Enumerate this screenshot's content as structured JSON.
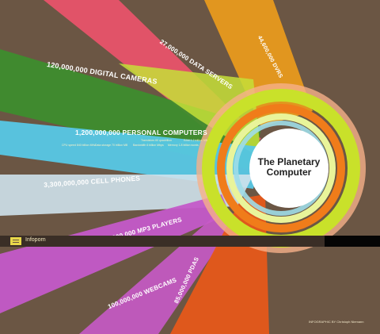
{
  "center": {
    "title_line1": "The Planetary",
    "title_line2": "Computer"
  },
  "beams": [
    {
      "label": "27,000,000 DATA SERVERS",
      "color": "#e8536a"
    },
    {
      "label": "44,600,000 DVRS",
      "color": "#e89a1e"
    },
    {
      "label": "120,000,000 DIGITAL CAMERAS",
      "color": "#3e8d2e"
    },
    {
      "label": "1,200,000,000 PERSONAL COMPUTERS",
      "color": "#57c8e6",
      "details": [
        "Transistors 60 quadrillion",
        "RAM 1.2 trillion MB",
        "CPU speed 840 billion MHz",
        "Data storage 70 trillion MB",
        "Bandwidth 6 billion Mbps",
        "Memory 1.8 billion words"
      ]
    },
    {
      "label": "3,300,000,000 CELL PHONES",
      "color": "#cfe2ec"
    },
    {
      "label": "220,000,000 MP3 PLAYERS",
      "color": "#c45ac9"
    },
    {
      "label": "100,000,000 WEBCAMS",
      "color": "#c85ac8"
    },
    {
      "label": "85,000,000 PDAS",
      "color": "#e6591a"
    }
  ],
  "footer": {
    "brand": "Infoporn",
    "credit": "INFOGRAPHIC BY Christoph Niemann"
  },
  "colors": {
    "background": "#6b5644",
    "ring_green": "#c9e12a",
    "ring_orange": "#f07c1a",
    "ring_peach": "#f6b08a",
    "center": "#ffffff"
  }
}
